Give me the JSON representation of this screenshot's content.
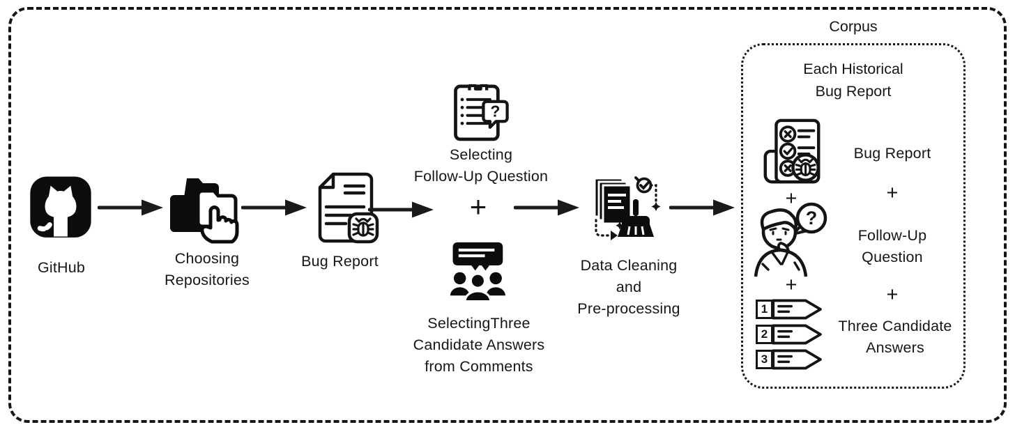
{
  "colors": {
    "ink": "#161616",
    "background": "#ffffff"
  },
  "glyphs": {
    "question_mark": "?",
    "plus": "+"
  },
  "flow": {
    "github": {
      "icon": "github-logo-icon",
      "label": "GitHub"
    },
    "choosing_repositories": {
      "icon": "folders-pointer-icon",
      "lines": [
        "Choosing",
        "Repositories"
      ]
    },
    "bug_report": {
      "icon": "bug-report-document-icon",
      "label": "Bug Report"
    },
    "selecting_question": {
      "icon": "clipboard-question-icon",
      "lines": [
        "Selecting",
        "Follow-Up Question"
      ]
    },
    "selecting_answers": {
      "icon": "comments-people-icon",
      "lines": [
        "SelectingThree",
        "Candidate Answers",
        "from Comments"
      ]
    },
    "data_cleaning": {
      "icon": "documents-broom-cleaning-icon",
      "lines": [
        "Data Cleaning",
        "and",
        "Pre-processing"
      ]
    }
  },
  "corpus": {
    "title": "Corpus",
    "heading_lines": [
      "Each Historical",
      "Bug Report"
    ],
    "bug_report": {
      "icon": "checklist-bug-scroll-icon",
      "label": "Bug Report"
    },
    "follow_up": {
      "icon": "person-question-icon",
      "lines": [
        "Follow-Up",
        "Question"
      ]
    },
    "answers": {
      "icon": "numbered-answer-tags-icon",
      "lines": [
        "Three Candidate",
        "Answers"
      ],
      "numbers": [
        "1",
        "2",
        "3"
      ]
    }
  }
}
